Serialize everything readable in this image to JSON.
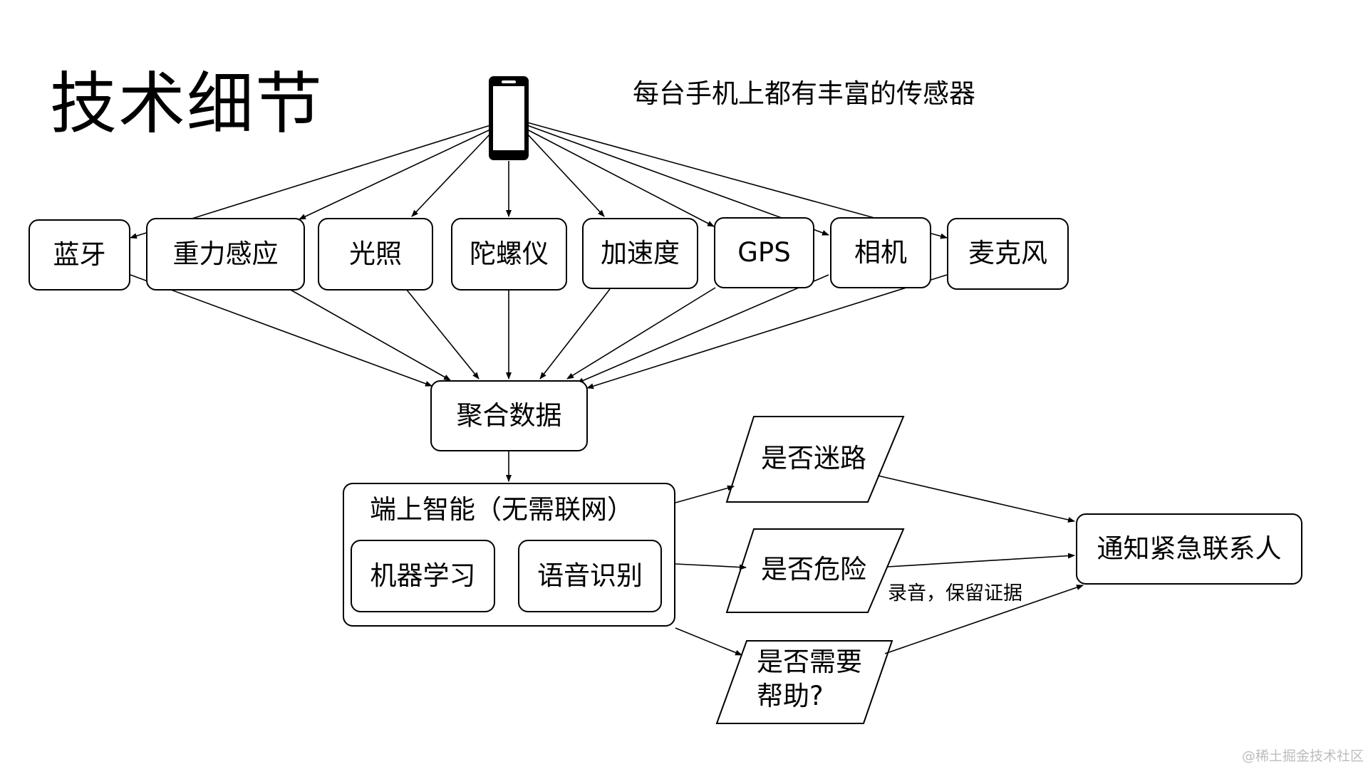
{
  "title": "技术细节",
  "subtitle": "每台手机上都有丰富的传感器",
  "sensors": {
    "bluetooth": "蓝牙",
    "gravity": "重力感应",
    "light": "光照",
    "gyroscope": "陀螺仪",
    "accelerometer": "加速度",
    "gps": "GPS",
    "camera": "相机",
    "microphone": "麦克风"
  },
  "aggregate": "聚合数据",
  "edge_ai": {
    "label": "端上智能（无需联网）",
    "ml": "机器学习",
    "speech": "语音识别"
  },
  "decisions": {
    "lost": "是否迷路",
    "danger": "是否危险",
    "help": "是否需要\n帮助?"
  },
  "record_note": "录音，保留证据",
  "notify": "通知紧急联系人",
  "watermark": "@稀土掘金技术社区"
}
